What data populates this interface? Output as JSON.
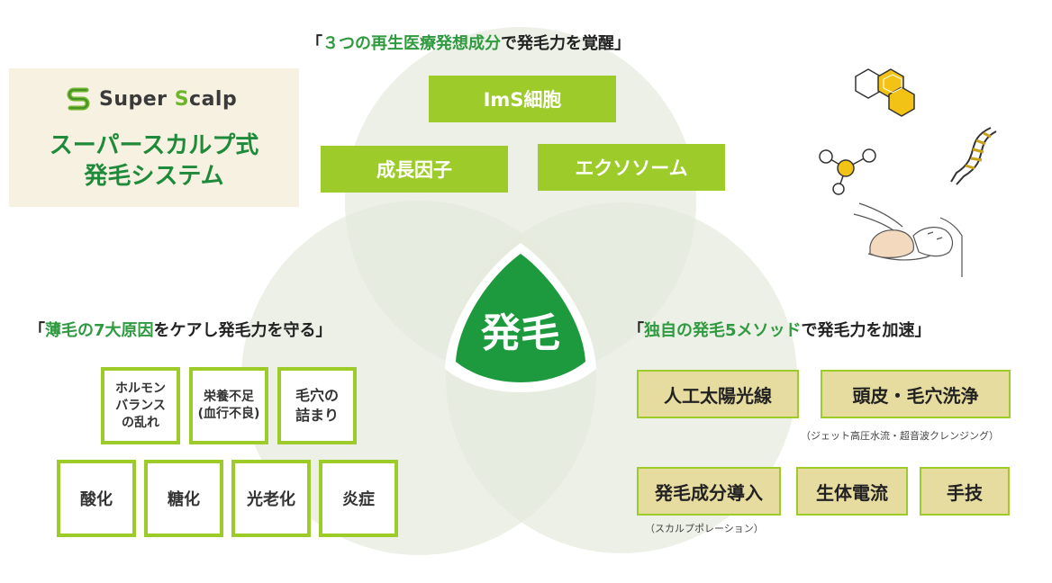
{
  "brand": {
    "logo_text_part1": "Super ",
    "logo_text_s": "S",
    "logo_text_part2": "calp",
    "title_line1": "スーパースカルプ式",
    "title_line2": "発毛システム"
  },
  "top_section": {
    "heading_open": "「",
    "heading_green": "３つの再生医療発想成分",
    "heading_rest": "で発毛力を覚醒」",
    "boxes": [
      "ImS細胞",
      "成長因子",
      "エクソソーム"
    ]
  },
  "center": {
    "label": "発毛"
  },
  "left_section": {
    "heading_open": "「",
    "heading_green": "薄毛の7大原因",
    "heading_rest": "をケアし発毛力を守る」",
    "row1": [
      {
        "lines": [
          "ホルモン",
          "バランス",
          "の乱れ"
        ]
      },
      {
        "lines": [
          "栄養不足",
          "(血行不良)"
        ]
      },
      {
        "lines": [
          "毛穴の",
          "詰まり"
        ]
      }
    ],
    "row2": [
      "酸化",
      "糖化",
      "光老化",
      "炎症"
    ]
  },
  "right_section": {
    "heading_open": "「",
    "heading_green": "独自の発毛5メソッド",
    "heading_rest": "で発毛力を加速」",
    "items": [
      "人工太陽光線",
      "頭皮・毛穴洗浄",
      "発毛成分導入",
      "生体電流",
      "手技"
    ],
    "note_cleansing": "（ジェット高圧水流・超音波クレンジング）",
    "note_electroporation": "（スカルプポレーション）"
  },
  "colors": {
    "primary_green": "#2f9a3f",
    "lime_green": "#9ccb2a",
    "circle_fill": "#e6ebdd",
    "beige": "#f6f1e1",
    "method_box": "#e7dca0",
    "molecule_yellow": "#f2c314"
  },
  "icons": [
    "super-scalp-logo-icon",
    "hexagon-molecule-icon",
    "molecule-icon",
    "dna-icon",
    "scalp-massage-illustration"
  ]
}
